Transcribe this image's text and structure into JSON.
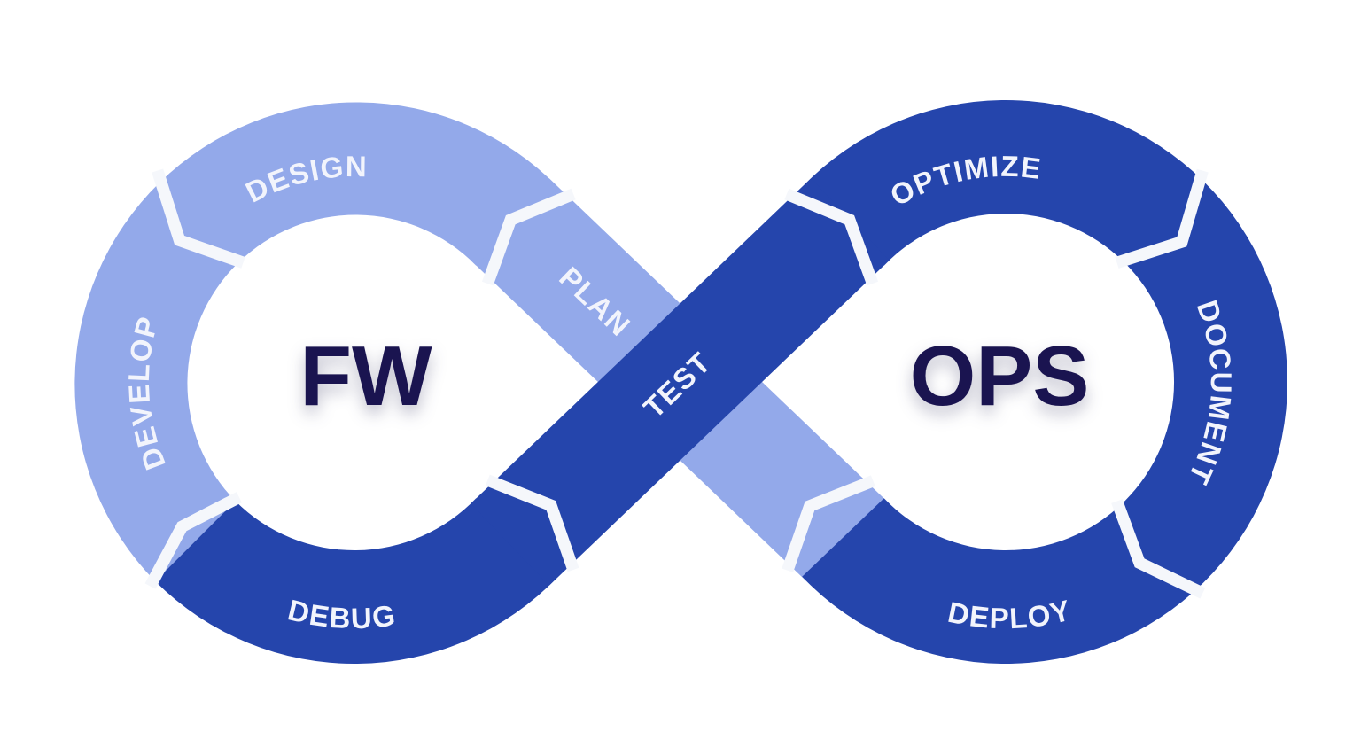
{
  "diagram": {
    "left_core_label": "FW",
    "right_core_label": "OPS",
    "segments": {
      "design": "DESIGN",
      "develop": "DEVELOP",
      "debug": "DEBUG",
      "plan": "PLAN",
      "test": "TEST",
      "optimize": "OPTIMIZE",
      "document": "DOCUMENT",
      "deploy": "DEPLOY"
    },
    "colors": {
      "light_blue": "#93A9EA",
      "dark_blue": "#2545AC",
      "navy_text": "#1A1450",
      "separator_white": "#F5F7FB",
      "segment_label_text": "#F2F4FC",
      "background": "#FFFFFF"
    }
  }
}
